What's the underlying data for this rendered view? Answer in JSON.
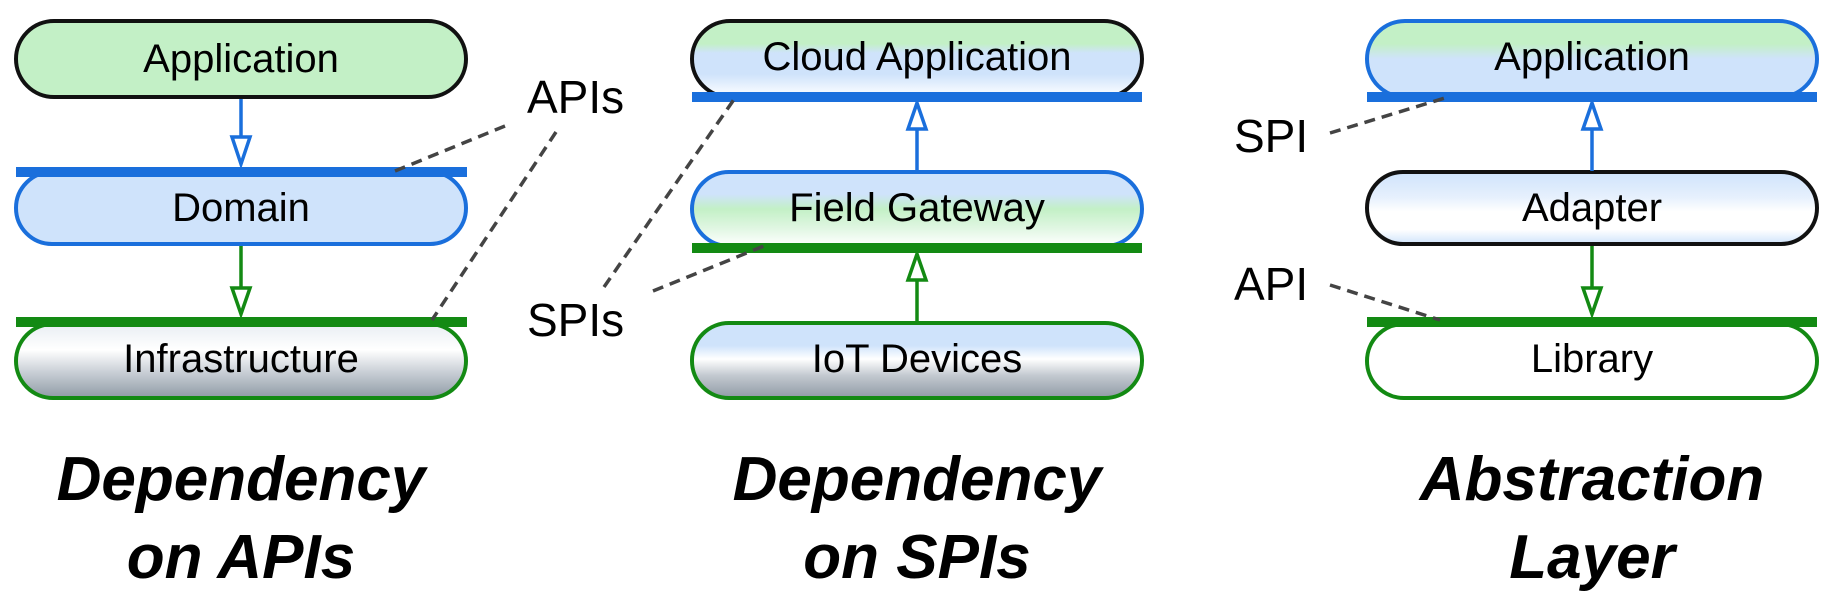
{
  "colors": {
    "blue": "#1a6fdc",
    "green": "#138a13",
    "black": "#111111",
    "dash": "#444444",
    "fill_green": "#c3f0c6",
    "fill_blue": "#cfe3fb",
    "fill_gray": "#8f9aa5"
  },
  "panels": [
    {
      "nodes": [
        {
          "label": "Application",
          "border": "black",
          "fill": "green"
        },
        {
          "label": "Domain",
          "border": "blue",
          "fill": "blue"
        },
        {
          "label": "Infrastructure",
          "border": "green",
          "fill": "white-gray"
        }
      ],
      "annotations": [
        {
          "label": "APIs"
        }
      ],
      "caption": [
        "Dependency",
        "on APIs"
      ]
    },
    {
      "nodes": [
        {
          "label": "Cloud Application",
          "border": "black",
          "fill": "green-blue-white"
        },
        {
          "label": "Field Gateway",
          "border": "blue",
          "fill": "blue-green-white"
        },
        {
          "label": "IoT Devices",
          "border": "green",
          "fill": "blue-white-gray"
        }
      ],
      "annotations": [
        {
          "label": "SPIs"
        }
      ],
      "caption": [
        "Dependency",
        "on SPIs"
      ]
    },
    {
      "nodes": [
        {
          "label": "Application",
          "border": "blue",
          "fill": "green-blue"
        },
        {
          "label": "Adapter",
          "border": "black",
          "fill": "blue-white"
        },
        {
          "label": "Library",
          "border": "green",
          "fill": "white"
        }
      ],
      "annotations": [
        {
          "label": "SPI"
        },
        {
          "label": "API"
        }
      ],
      "caption": [
        "Abstraction",
        "Layer"
      ]
    }
  ]
}
